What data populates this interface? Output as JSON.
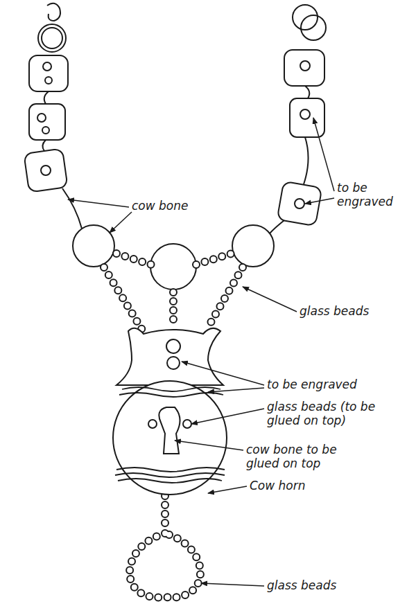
{
  "diagram": {
    "labels": [
      "cow bone",
      "to be engraved",
      "glass beads",
      "to be engraved",
      "glass beads (to be glued on top)",
      "cow bone to be glued on top",
      "Cow horn",
      "glass beads"
    ]
  }
}
